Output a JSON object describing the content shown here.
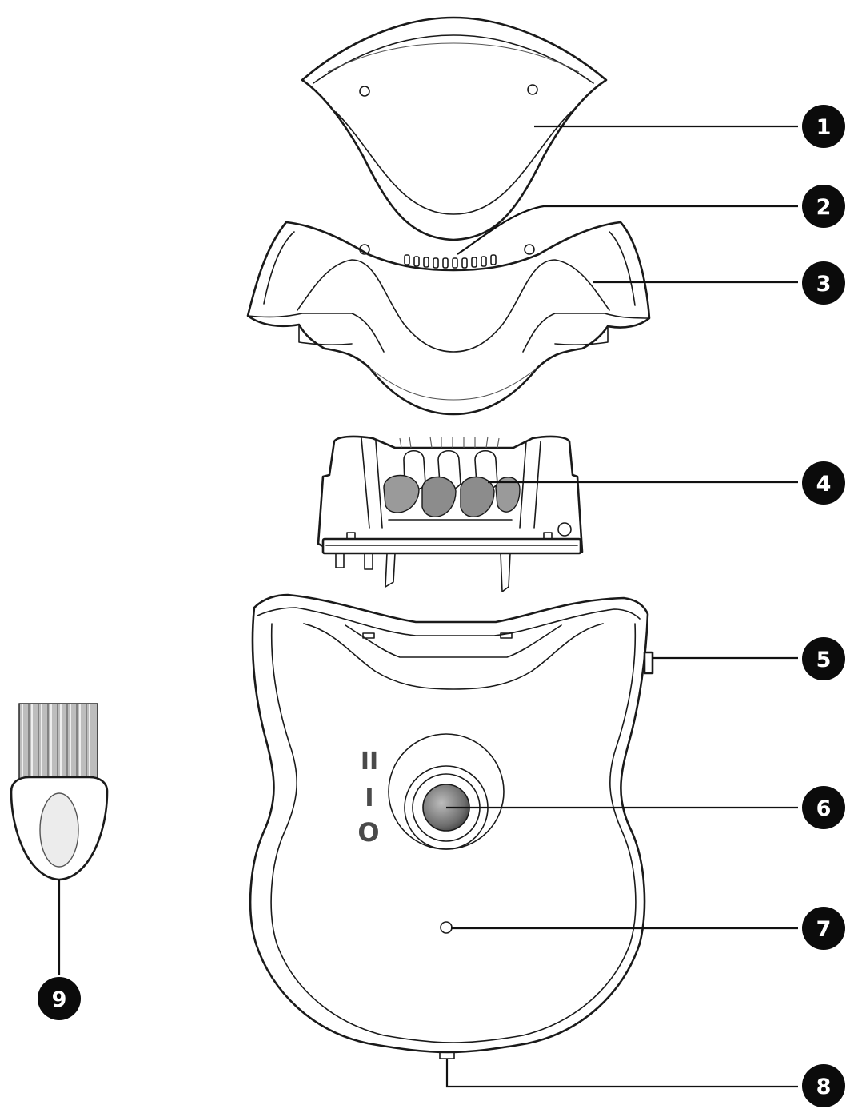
{
  "callouts": [
    {
      "number": "1",
      "target": "cap"
    },
    {
      "number": "2",
      "target": "cap-ribs"
    },
    {
      "number": "3",
      "target": "attachment-frame"
    },
    {
      "number": "4",
      "target": "epilation-head"
    },
    {
      "number": "5",
      "target": "release-button"
    },
    {
      "number": "6",
      "target": "switch"
    },
    {
      "number": "7",
      "target": "indicator-light"
    },
    {
      "number": "8",
      "target": "socket"
    },
    {
      "number": "9",
      "target": "cleaning-brush"
    }
  ],
  "switch_positions": [
    "II",
    "I",
    "O"
  ]
}
